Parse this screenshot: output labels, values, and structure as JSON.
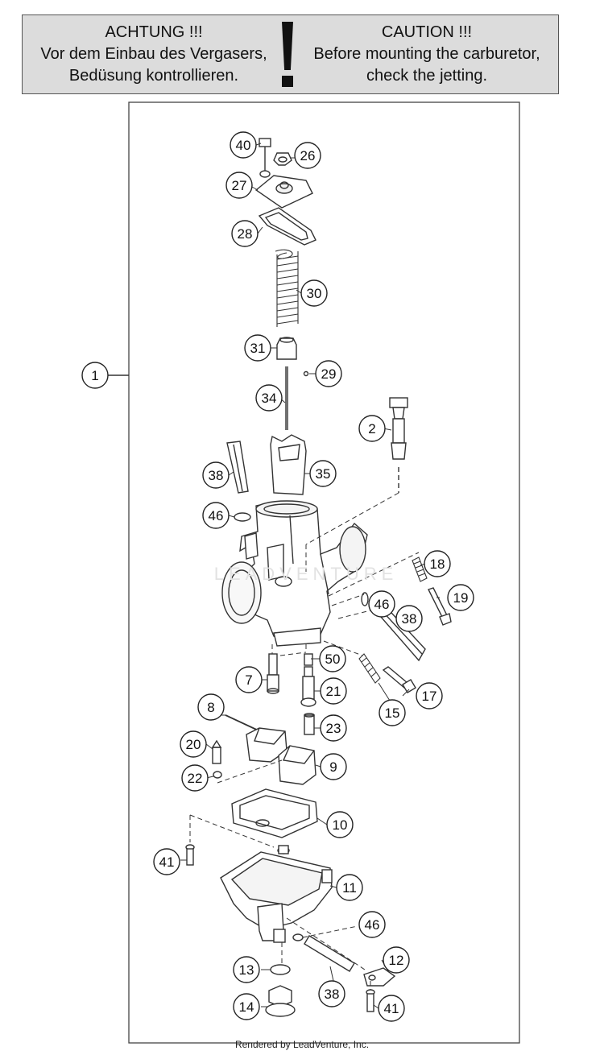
{
  "caution": {
    "de_title": "ACHTUNG !!!",
    "de_line1": "Vor dem Einbau des Vergasers,",
    "de_line2": "Bedüsung kontrollieren.",
    "en_title": "CAUTION !!!",
    "en_line1": "Before mounting the carburetor,",
    "en_line2": "check the jetting."
  },
  "watermark": "LEADVENTURE",
  "footer": "Rendered by LeadVenture, Inc.",
  "callouts": [
    {
      "id": "1",
      "label": "1"
    },
    {
      "id": "2",
      "label": "2"
    },
    {
      "id": "7",
      "label": "7"
    },
    {
      "id": "8",
      "label": "8"
    },
    {
      "id": "9",
      "label": "9"
    },
    {
      "id": "10",
      "label": "10"
    },
    {
      "id": "11",
      "label": "11"
    },
    {
      "id": "12",
      "label": "12"
    },
    {
      "id": "13",
      "label": "13"
    },
    {
      "id": "14",
      "label": "14"
    },
    {
      "id": "15",
      "label": "15"
    },
    {
      "id": "17",
      "label": "17"
    },
    {
      "id": "18",
      "label": "18"
    },
    {
      "id": "19",
      "label": "19"
    },
    {
      "id": "20",
      "label": "20"
    },
    {
      "id": "21",
      "label": "21"
    },
    {
      "id": "22",
      "label": "22"
    },
    {
      "id": "23",
      "label": "23"
    },
    {
      "id": "26",
      "label": "26"
    },
    {
      "id": "27",
      "label": "27"
    },
    {
      "id": "28",
      "label": "28"
    },
    {
      "id": "29",
      "label": "29"
    },
    {
      "id": "30",
      "label": "30"
    },
    {
      "id": "31",
      "label": "31"
    },
    {
      "id": "34",
      "label": "34"
    },
    {
      "id": "35",
      "label": "35"
    },
    {
      "id": "38a",
      "label": "38"
    },
    {
      "id": "38b",
      "label": "38"
    },
    {
      "id": "38c",
      "label": "38"
    },
    {
      "id": "40",
      "label": "40"
    },
    {
      "id": "41a",
      "label": "41"
    },
    {
      "id": "41b",
      "label": "41"
    },
    {
      "id": "46a",
      "label": "46"
    },
    {
      "id": "46b",
      "label": "46"
    },
    {
      "id": "46c",
      "label": "46"
    },
    {
      "id": "50",
      "label": "50"
    }
  ]
}
